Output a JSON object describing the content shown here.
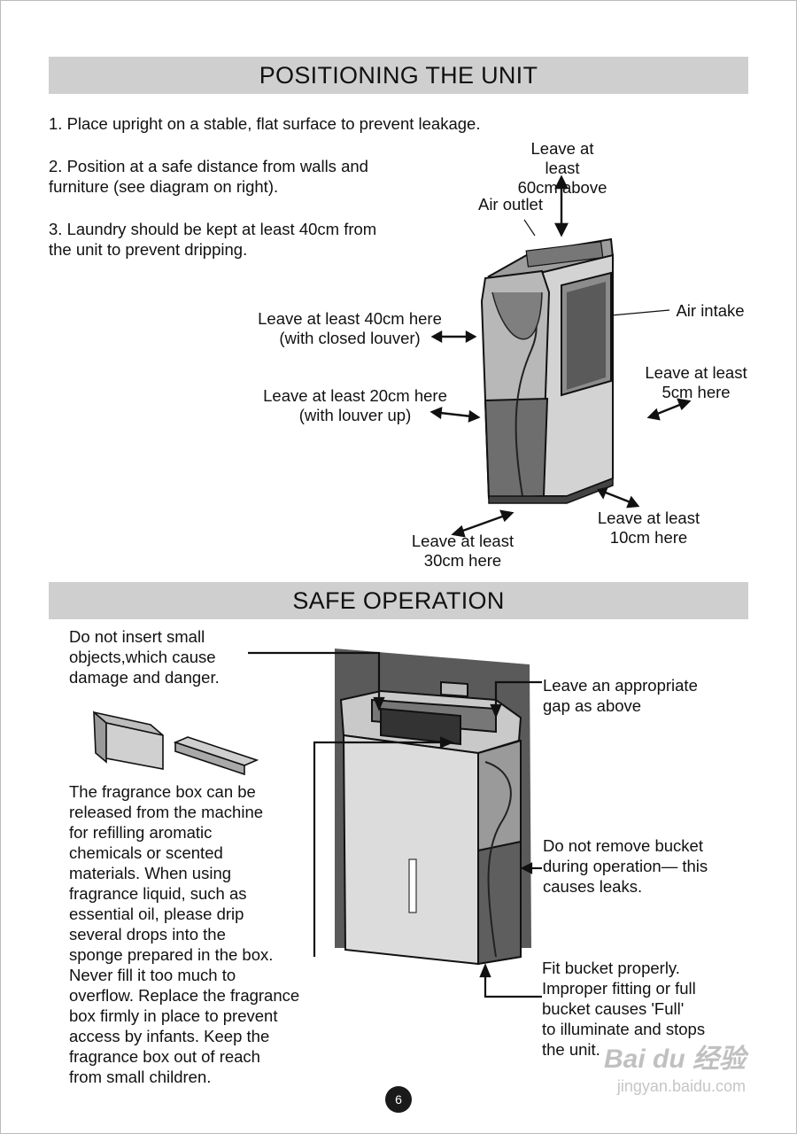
{
  "section1": {
    "title": "POSITIONING THE UNIT",
    "instructions": [
      "1. Place upright on a stable, flat surface to prevent leakage.",
      "2. Position at a safe distance from walls and\n    furniture (see diagram on right).",
      "3. Laundry should be kept at least 40cm from\n    the unit to prevent dripping."
    ],
    "labels": {
      "above": "Leave at least\n60cm above",
      "air_outlet": "Air outlet",
      "air_intake": "Air intake",
      "left_40": "Leave at least 40cm here\n(with closed louver)",
      "left_20": "Leave at least 20cm here\n(with louver up)",
      "right_5": "Leave at least\n5cm here",
      "front_30": "Leave at least\n30cm here",
      "back_10": "Leave at least\n10cm here"
    }
  },
  "section2": {
    "title": "SAFE OPERATION",
    "objects_warning": "Do not insert small\nobjects,which cause\ndamage and danger.",
    "fragrance_text": "The fragrance box can be\nreleased from the machine\nfor refilling aromatic\nchemicals or scented\nmaterials. When using\nfragrance liquid, such as\nessential oil, please drip\nseveral drops into the\nsponge prepared in the box.\nNever fill it too much to\noverflow. Replace the fragrance\nbox firmly in place to prevent\naccess by infants. Keep the\nfragrance box out of reach\nfrom small children.",
    "gap_note": "Leave an appropriate\ngap as above",
    "bucket_warning": "Do not remove bucket\nduring operation— this\ncauses leaks.",
    "bucket_fit": "Fit bucket properly.\nImproper fitting or full\nbucket causes 'Full'\nto  illuminate and stops\nthe unit."
  },
  "page_number": "6",
  "watermark": {
    "brand": "Bai du 经验",
    "url": "jingyan.baidu.com"
  }
}
